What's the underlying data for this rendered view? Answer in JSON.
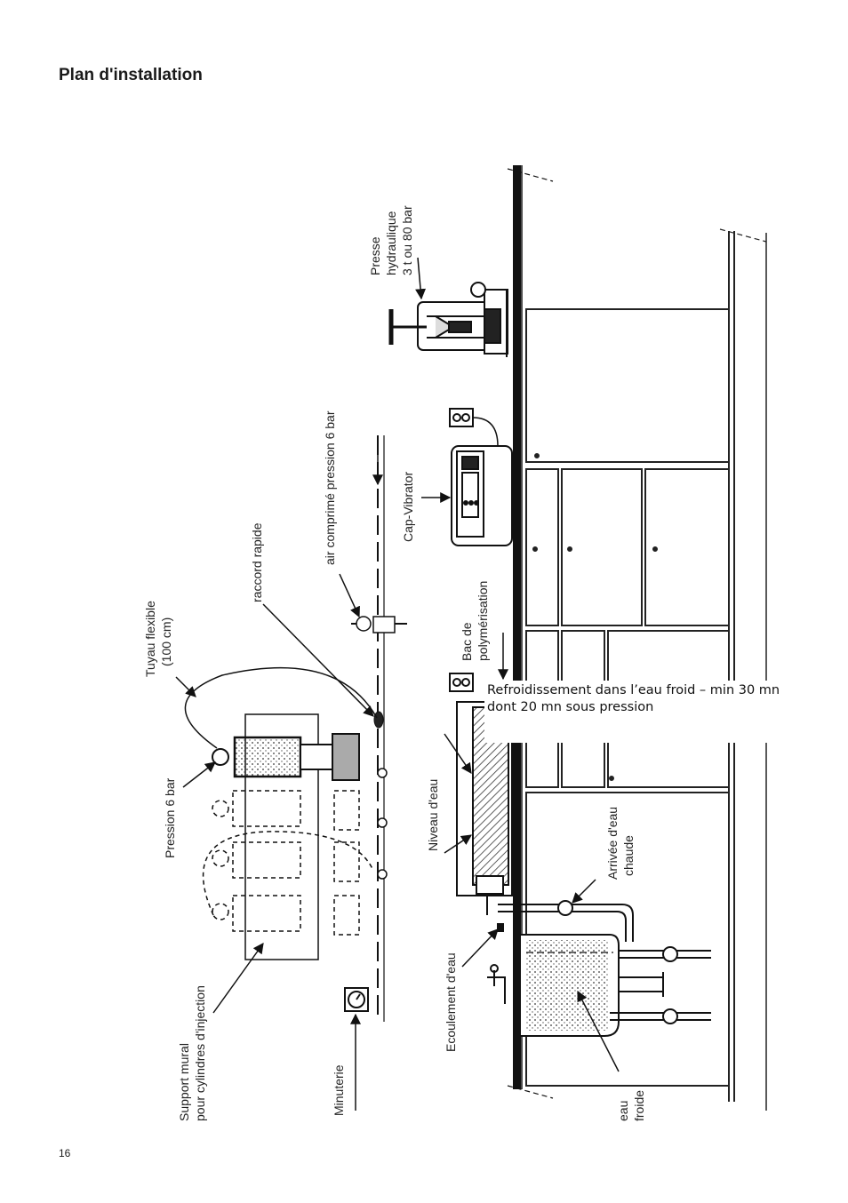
{
  "page": {
    "title": "Plan d'installation",
    "number": "16"
  },
  "labels": {
    "presse_line1": "Presse",
    "presse_line2": "hydraulique",
    "presse_line3": "3 t ou 80 bar",
    "air_comprime": "air comprimé pression 6 bar",
    "cap_vibrator": "Cap-Vibrator",
    "raccord_rapide": "raccord rapide",
    "tuyau_line1": "Tuyau flexible",
    "tuyau_line2": "(100 cm)",
    "bac_line1": "Bac de",
    "bac_line2": "polymérisation",
    "pression": "Pression 6 bar",
    "niveau_eau": "Niveau d'eau",
    "arrivee_line1": "Arrivée d'eau",
    "arrivee_line2": "chaude",
    "ecoulement": "Ecoulement d'eau",
    "support_line1": "Support mural",
    "support_line2": "pour cylindres d'injection",
    "minuterie": "Minuterie",
    "eau_froide_line1": "eau",
    "eau_froide_line2": "froide"
  },
  "callout": {
    "line1": "Refroidissement dans l’eau froid – min 30 mn",
    "line2": "dont 20 mn sous pression"
  }
}
